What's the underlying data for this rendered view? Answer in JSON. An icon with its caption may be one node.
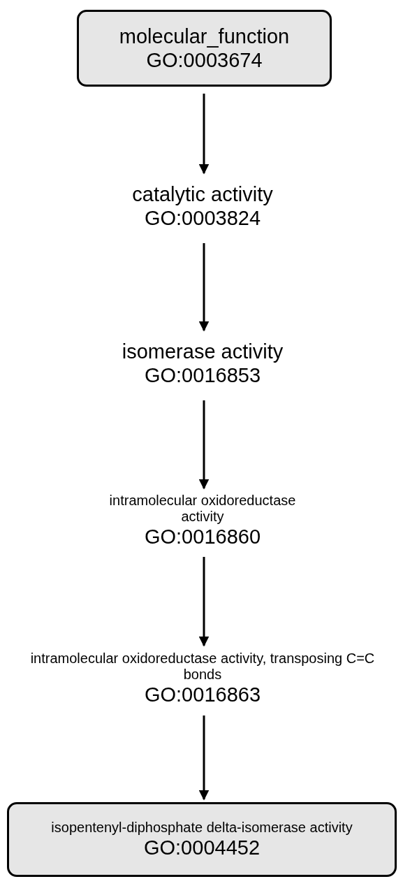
{
  "diagram": {
    "nodes": [
      {
        "text": [
          "molecular_function",
          "GO:0003674"
        ]
      },
      {
        "text": [
          "catalytic activity",
          "GO:0003824"
        ]
      },
      {
        "text": [
          "isomerase activity",
          "GO:0016853"
        ]
      },
      {
        "text": [
          "intramolecular oxidoreductase activity",
          "GO:0016860"
        ]
      },
      {
        "text": [
          "intramolecular oxidoreductase activity, transposing C=C bonds",
          "GO:0016863"
        ]
      },
      {
        "text": [
          "isopentenyl-diphosphate delta-isomerase activity",
          "GO:0004452"
        ]
      }
    ],
    "edges": [
      {
        "from": 0,
        "to": 1,
        "arrow": "to"
      },
      {
        "from": 1,
        "to": 2,
        "arrow": "to"
      },
      {
        "from": 2,
        "to": 3,
        "arrow": "to"
      },
      {
        "from": 3,
        "to": 4,
        "arrow": "to"
      },
      {
        "from": 4,
        "to": 5,
        "arrow": "to"
      }
    ]
  }
}
